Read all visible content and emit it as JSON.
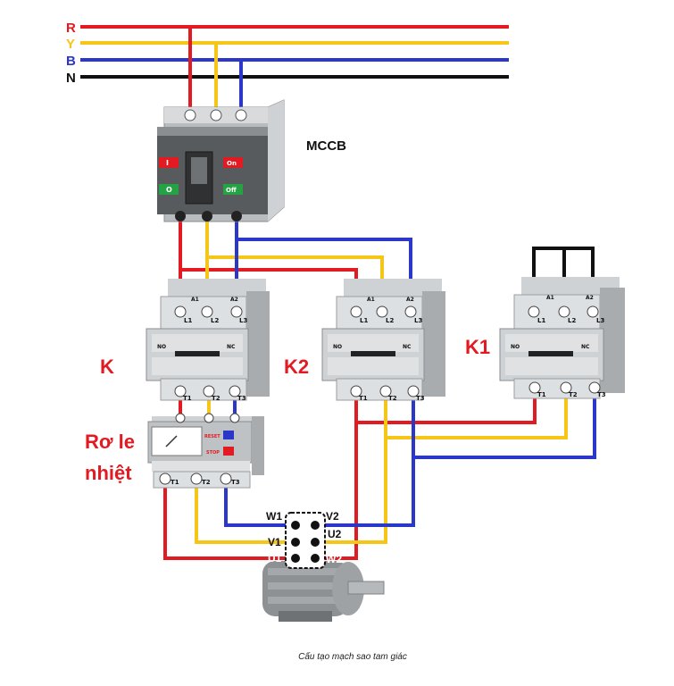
{
  "bus_lines": [
    {
      "label": "R",
      "color": "#e21b22"
    },
    {
      "label": "Y",
      "color": "#f5c518"
    },
    {
      "label": "B",
      "color": "#2b37c9"
    },
    {
      "label": "N",
      "color": "#111111"
    }
  ],
  "mccb": {
    "label": "MCCB",
    "left_red": "I",
    "left_green": "O",
    "right_red": "On",
    "right_green": "Off"
  },
  "contactors": {
    "k": {
      "label": "K"
    },
    "k2": {
      "label": "K2"
    },
    "k1": {
      "label": "K1"
    }
  },
  "terminals": {
    "top": [
      "L1",
      "L2",
      "L3"
    ],
    "bottom": [
      "T1",
      "T2",
      "T3"
    ],
    "aux_top": [
      "A1",
      "A2"
    ],
    "aux": [
      "NO",
      "NC"
    ]
  },
  "overload_relay": {
    "label_line1": "Rơ le",
    "label_line2": "nhiệt",
    "reset": "RESET",
    "stop": "STOP"
  },
  "motor": {
    "terminals_left": [
      "W1",
      "V1",
      "U1"
    ],
    "terminals_right": [
      "V2",
      "U2",
      "W2"
    ]
  },
  "caption": "Cấu tạo mạch sao tam giác",
  "colors": {
    "red": "#e21b22",
    "yellow": "#f5c518",
    "blue": "#2b37c9",
    "black": "#111111",
    "label_red": "#e21b22"
  }
}
